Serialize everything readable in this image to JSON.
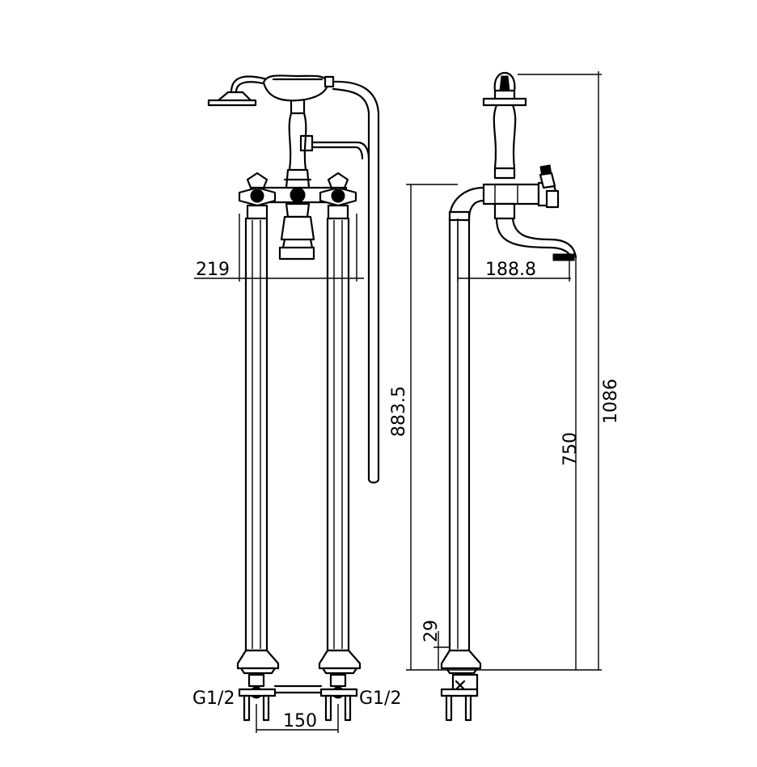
{
  "dimensions": {
    "width_front": "219",
    "centers": "150",
    "thread_left": "G1/2",
    "thread_right": "G1/2",
    "spout_reach": "188.8",
    "inlet_height": "883.5",
    "spout_height": "750",
    "total_height": "1086",
    "base_height": "29"
  }
}
